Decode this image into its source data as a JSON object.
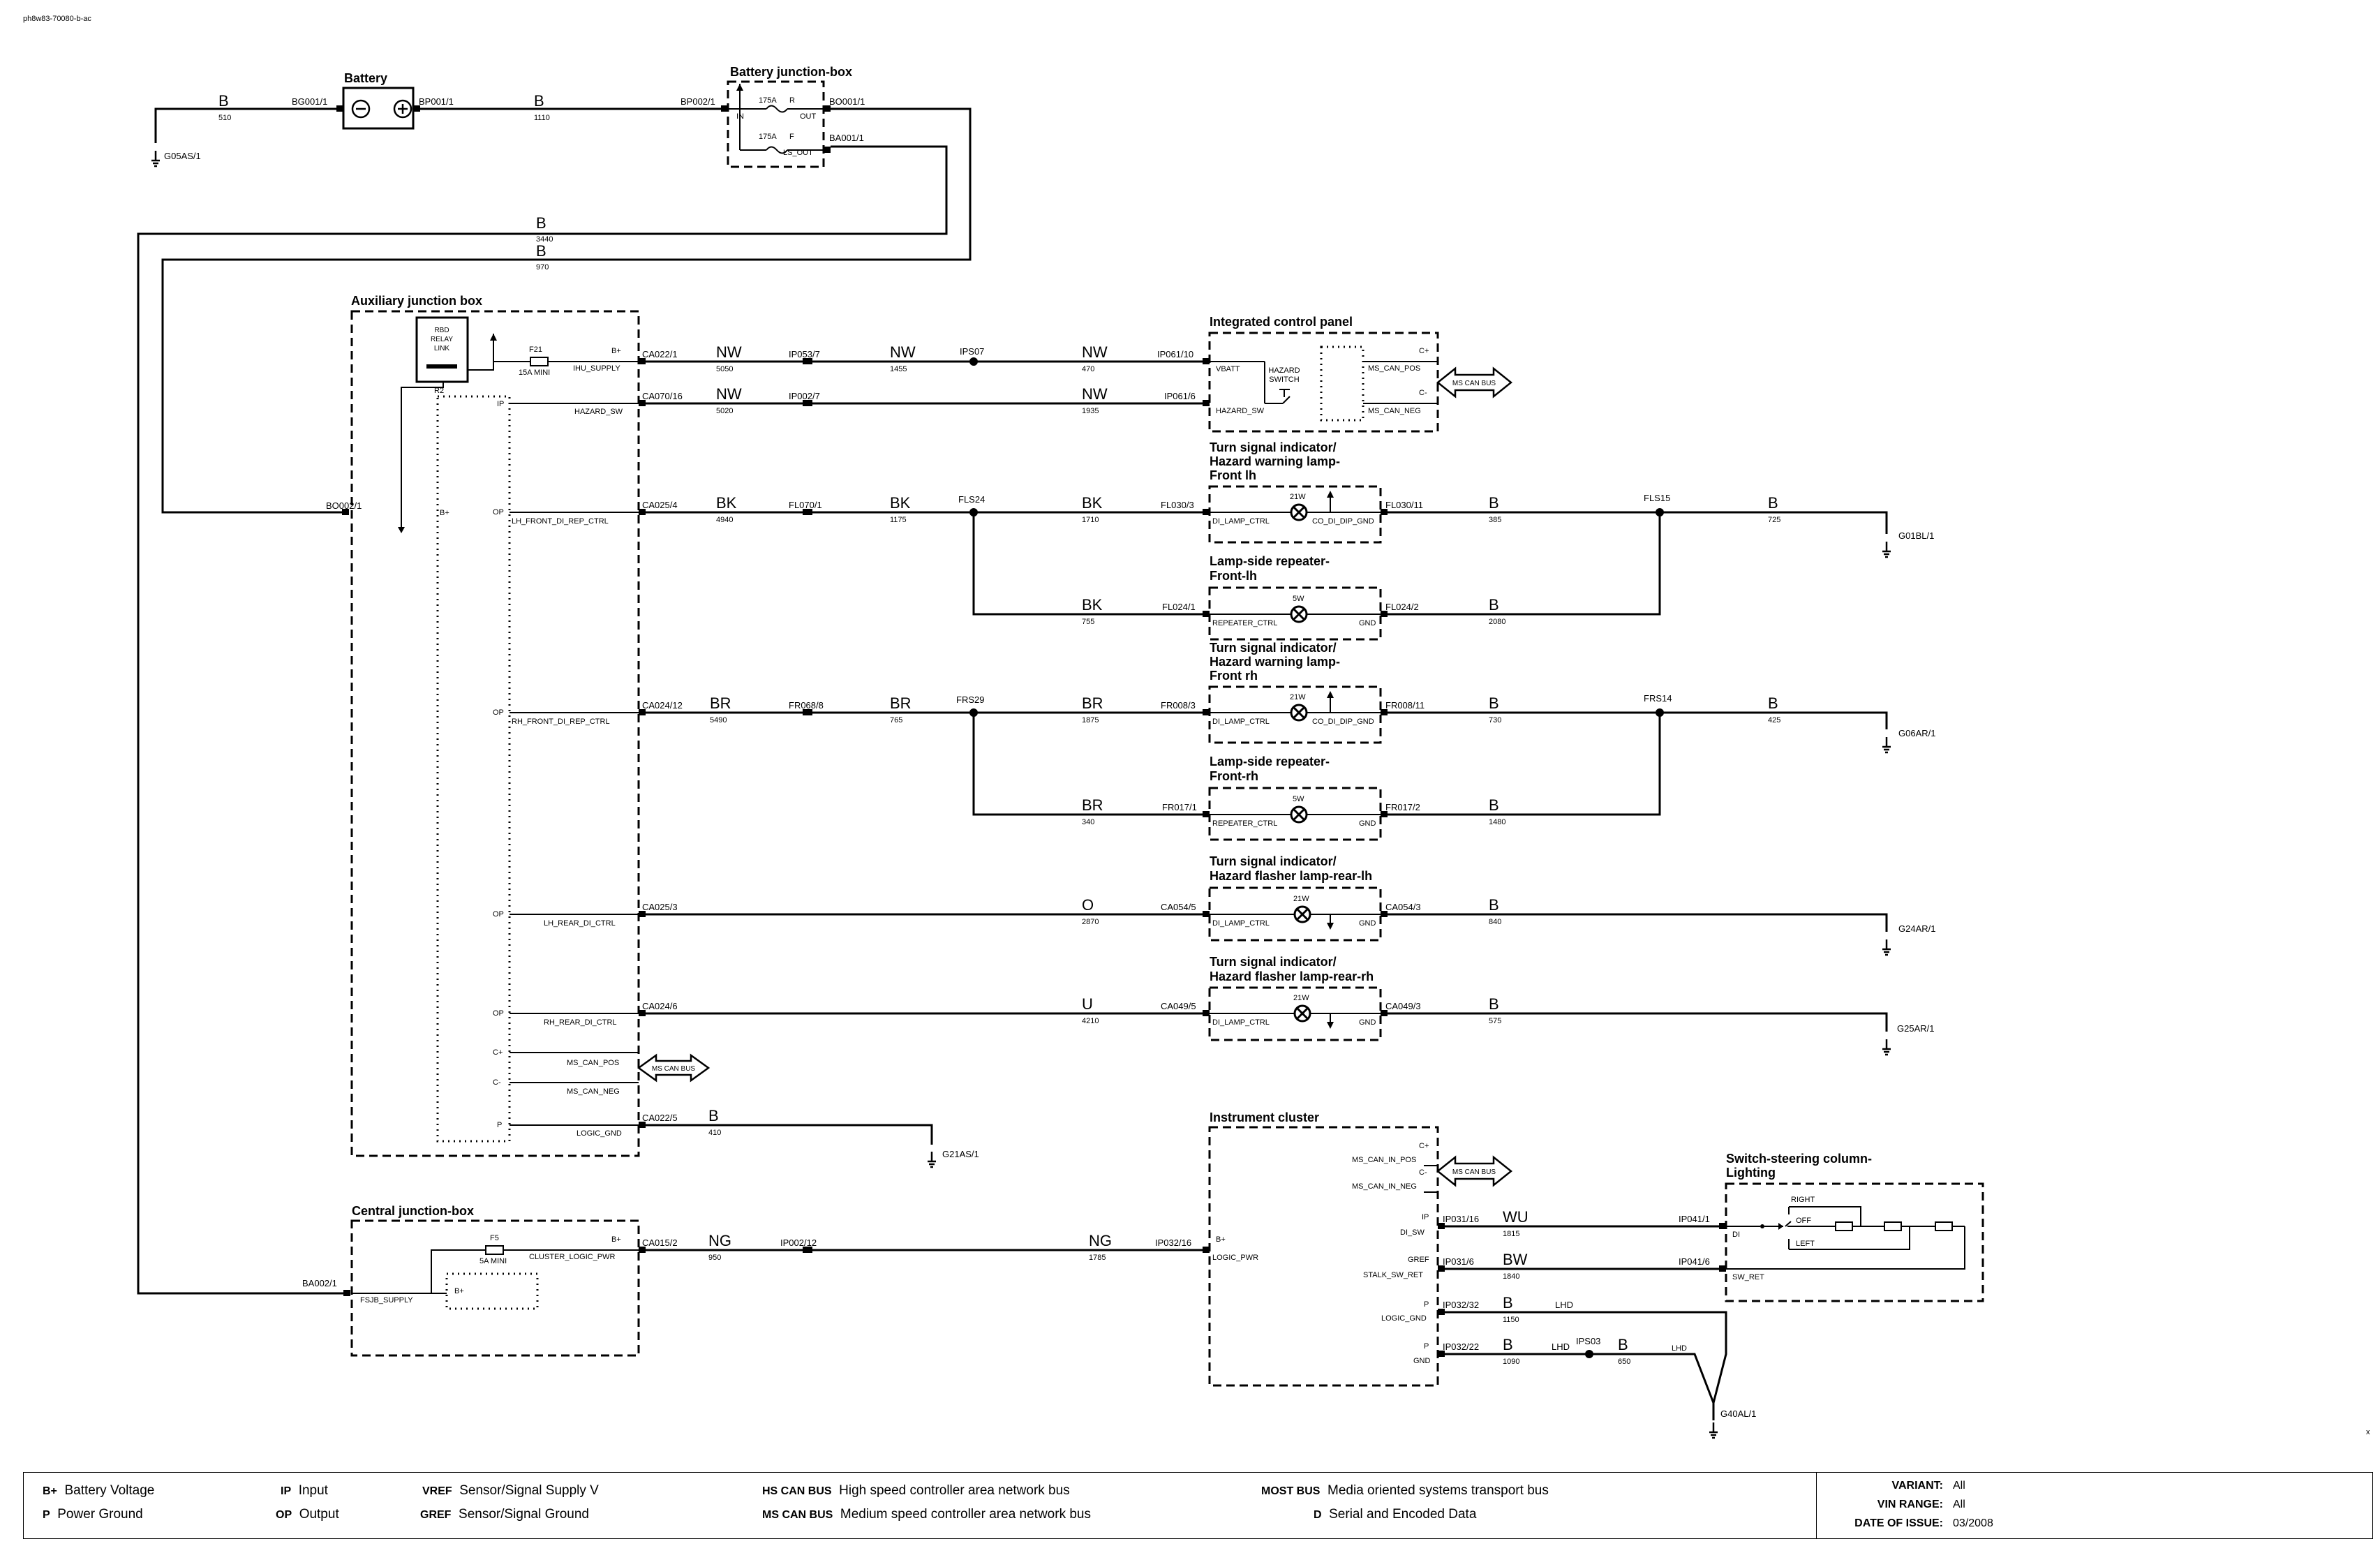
{
  "doc_code": "ph8w83-70080-b-ac",
  "components": {
    "battery": "Battery",
    "battery_jbox": "Battery junction-box",
    "aux_jbox": "Auxiliary junction box",
    "rbd_relay": [
      "RBD",
      "RELAY",
      "LINK"
    ],
    "icp": "Integrated control panel",
    "hazard_switch": [
      "HAZARD",
      "SWITCH"
    ],
    "ti_front_lh": [
      "Turn signal indicator/",
      "Hazard warning lamp-",
      "Front lh"
    ],
    "rep_front_lh": [
      "Lamp-side repeater-",
      "Front-lh"
    ],
    "ti_front_rh": [
      "Turn signal indicator/",
      "Hazard warning lamp-",
      "Front rh"
    ],
    "rep_front_rh": [
      "Lamp-side repeater-",
      "Front-rh"
    ],
    "ti_rear_lh": [
      "Turn signal indicator/",
      "Hazard flasher lamp-rear-lh"
    ],
    "ti_rear_rh": [
      "Turn signal indicator/",
      "Hazard flasher lamp-rear-rh"
    ],
    "instrument_cluster": "Instrument cluster",
    "central_jbox": "Central junction-box",
    "steering_switch": [
      "Switch-steering column-",
      "Lighting"
    ],
    "ms_can_bus": "MS CAN BUS"
  },
  "labels": {
    "b": "B",
    "n510": "510",
    "bg001_1": "BG001/1",
    "bp001_1": "BP001/1",
    "n1110": "1110",
    "bp002_1": "BP002/1",
    "bo001_1": "BO001/1",
    "ba001_1": "BA001/1",
    "g05as_1": "G05AS/1",
    "in": "IN",
    "out": "OUT",
    "ls_out": "LS_OUT",
    "a175": "175A",
    "r": "R",
    "f": "F",
    "n3440": "3440",
    "n970": "970",
    "f21": "F21",
    "a15mini": "15A MINI",
    "bplus": "B+",
    "ihu_supply": "IHU_SUPPLY",
    "r2": "R2",
    "ip": "IP",
    "hazard_sw": "HAZARD_SW",
    "bo002_1": "BO002/1",
    "op": "OP",
    "lh_front": "LH_FRONT_DI_REP_CTRL",
    "rh_front": "RH_FRONT_DI_REP_CTRL",
    "lh_rear": "LH_REAR_DI_CTRL",
    "rh_rear": "RH_REAR_DI_CTRL",
    "cplus": "C+",
    "cminus": "C-",
    "ms_can_pos": "MS_CAN_POS",
    "ms_can_neg": "MS_CAN_NEG",
    "p": "P",
    "logic_gnd": "LOGIC_GND",
    "ca022_1": "CA022/1",
    "nw": "NW",
    "n5050": "5050",
    "ip053_7": "IP053/7",
    "n1455": "1455",
    "ips07": "IPS07",
    "n470": "470",
    "ip061_10": "IP061/10",
    "vbatt": "VBATT",
    "ca070_16": "CA070/16",
    "n5020": "5020",
    "ip002_7": "IP002/7",
    "n1935": "1935",
    "ip061_6": "IP061/6",
    "ca025_4": "CA025/4",
    "bk": "BK",
    "n4940": "4940",
    "fl070_1": "FL070/1",
    "n1175": "1175",
    "fls24": "FLS24",
    "n1710": "1710",
    "fl030_3": "FL030/3",
    "di_lamp_ctrl": "DI_LAMP_CTRL",
    "w21": "21W",
    "co_di_dip_gnd": "CO_DI_DIP_GND",
    "fl030_11": "FL030/11",
    "n385": "385",
    "fls15": "FLS15",
    "n725": "725",
    "g01bl_1": "G01BL/1",
    "n755": "755",
    "fl024_1": "FL024/1",
    "repeater_ctrl": "REPEATER_CTRL",
    "w5": "5W",
    "gnd": "GND",
    "fl024_2": "FL024/2",
    "n2080": "2080",
    "ca024_12": "CA024/12",
    "br": "BR",
    "n5490": "5490",
    "fr068_8": "FR068/8",
    "n765": "765",
    "frs29": "FRS29",
    "n1875": "1875",
    "fr008_3": "FR008/3",
    "fr008_11": "FR008/11",
    "n730": "730",
    "frs14": "FRS14",
    "n425": "425",
    "g06ar_1": "G06AR/1",
    "n340": "340",
    "fr017_1": "FR017/1",
    "fr017_2": "FR017/2",
    "n1480": "1480",
    "ca025_3": "CA025/3",
    "o": "O",
    "n2870": "2870",
    "ca054_5": "CA054/5",
    "ca054_3": "CA054/3",
    "n840": "840",
    "g24ar_1": "G24AR/1",
    "ca024_6": "CA024/6",
    "u": "U",
    "n4210": "4210",
    "ca049_5": "CA049/5",
    "ca049_3": "CA049/3",
    "n575": "575",
    "g25ar_1": "G25AR/1",
    "ca022_5": "CA022/5",
    "n410": "410",
    "g21as_1": "G21AS/1",
    "ms_can_in_pos": "MS_CAN_IN_POS",
    "ms_can_in_neg": "MS_CAN_IN_NEG",
    "ip031_16": "IP031/16",
    "di_sw": "DI_SW",
    "wu": "WU",
    "n1815": "1815",
    "ip041_1": "IP041/1",
    "di": "DI",
    "gref": "GREF",
    "ip031_6": "IP031/6",
    "stalk_sw_ret": "STALK_SW_RET",
    "bw": "BW",
    "n1840": "1840",
    "ip041_6": "IP041/6",
    "sw_ret": "SW_RET",
    "right": "RIGHT",
    "off": "OFF",
    "left": "LEFT",
    "ip032_32": "IP032/32",
    "logic_gnd2": "LOGIC_GND",
    "n1150": "1150",
    "lhd": "LHD",
    "ip032_22": "IP032/22",
    "n1090": "1090",
    "ips03": "IPS03",
    "n650": "650",
    "g40al_1": "G40AL/1",
    "f5": "F5",
    "a5mini": "5A MINI",
    "ca015_2": "CA015/2",
    "cluster_logic_pwr": "CLUSTER_LOGIC_PWR",
    "ng": "NG",
    "n950": "950",
    "ip002_12": "IP002/12",
    "n1785": "1785",
    "ip032_16": "IP032/16",
    "logic_pwr": "LOGIC_PWR",
    "ba002_1": "BA002/1",
    "fsjb_supply": "FSJB_SUPPLY",
    "x": "x"
  },
  "legend": [
    {
      "code": "B+",
      "text": "Battery Voltage"
    },
    {
      "code": "P",
      "text": "Power Ground"
    },
    {
      "code": "IP",
      "text": "Input"
    },
    {
      "code": "OP",
      "text": "Output"
    },
    {
      "code": "VREF",
      "text": "Sensor/Signal Supply V"
    },
    {
      "code": "GREF",
      "text": "Sensor/Signal Ground"
    },
    {
      "code": "HS CAN BUS",
      "text": "High speed controller area network bus"
    },
    {
      "code": "MS CAN BUS",
      "text": "Medium speed controller area network bus"
    },
    {
      "code": "MOST BUS",
      "text": "Media oriented systems transport bus"
    },
    {
      "code": "D",
      "text": "Serial and Encoded Data"
    }
  ],
  "info": {
    "variant_label": "VARIANT:",
    "variant": "All",
    "vin_label": "VIN RANGE:",
    "vin": "All",
    "date_label": "DATE OF ISSUE:",
    "date": "03/2008"
  }
}
